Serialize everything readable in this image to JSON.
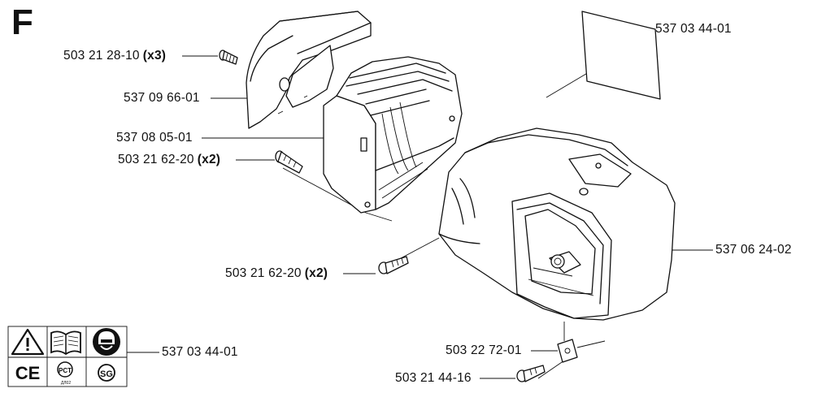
{
  "section_letter": "F",
  "labels": [
    {
      "id": "screw-top",
      "part": "503 21 28-10",
      "qty": "(x3)"
    },
    {
      "id": "cover-top",
      "part": "537 09 66-01",
      "qty": ""
    },
    {
      "id": "cylinder-shroud",
      "part": "537 08 05-01",
      "qty": ""
    },
    {
      "id": "screw-mid",
      "part": "503 21 62-20",
      "qty": "(x2)"
    },
    {
      "id": "screw-lower",
      "part": "503 21 62-20",
      "qty": "(x2)"
    },
    {
      "id": "decal-top",
      "part": "537 03 44-01",
      "qty": ""
    },
    {
      "id": "housing",
      "part": "537 06 24-02",
      "qty": ""
    },
    {
      "id": "clip",
      "part": "503 22 72-01",
      "qty": ""
    },
    {
      "id": "screw-bottom",
      "part": "503 21 44-16",
      "qty": ""
    },
    {
      "id": "decal-symbols",
      "part": "537 03 44-01",
      "qty": ""
    }
  ],
  "symbols": {
    "warning": "warning-triangle-icon",
    "manual": "open-book-icon",
    "protection": "head-protection-icon",
    "ce_mark": "CE",
    "gost_mark": "PCT",
    "gost_sub": "ДЛ02",
    "sg_mark": "SG"
  }
}
